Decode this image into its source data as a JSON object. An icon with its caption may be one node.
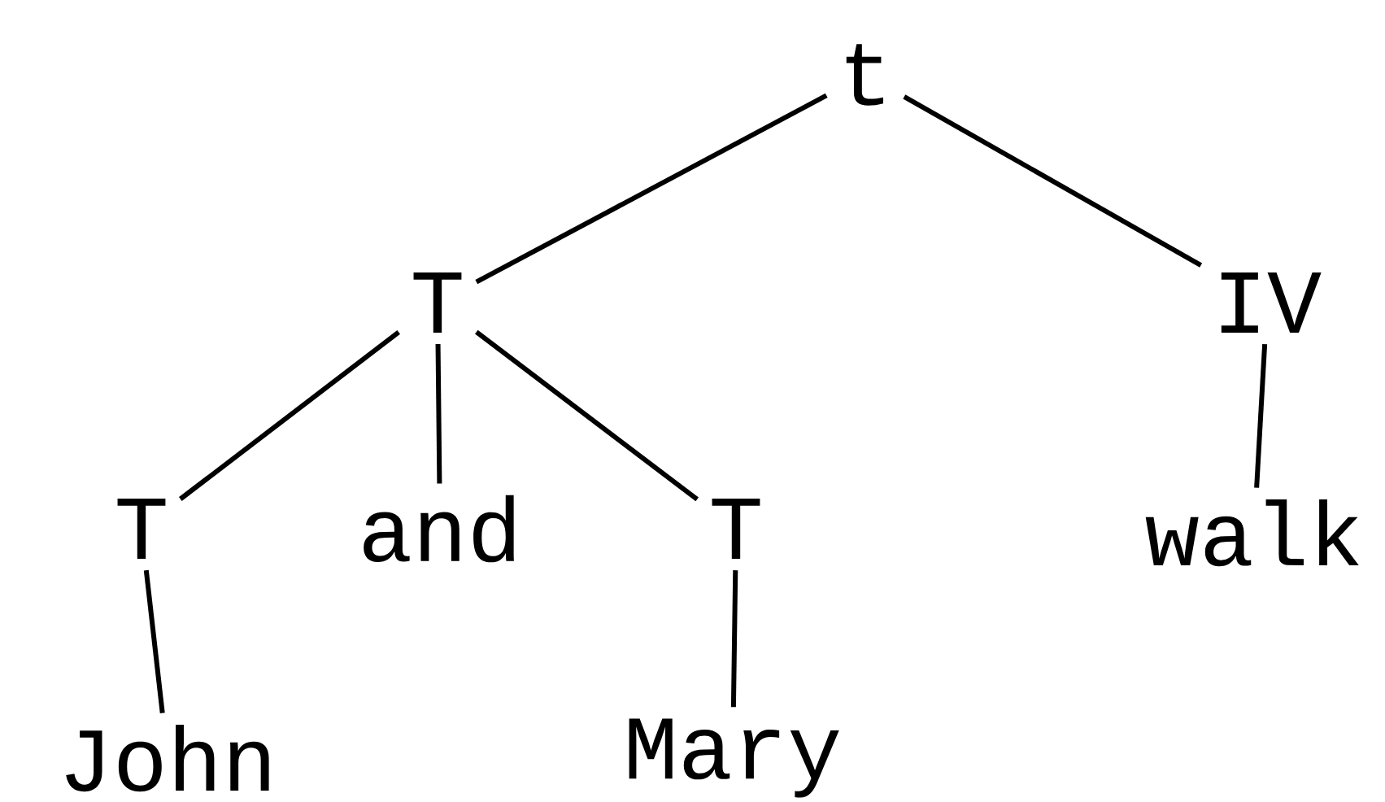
{
  "diagram": {
    "nodes": [
      {
        "text": [
          "t"
        ]
      },
      {
        "text": [
          "T"
        ]
      },
      {
        "text": [
          "IV"
        ]
      },
      {
        "text": [
          "T"
        ]
      },
      {
        "text": [
          "and"
        ]
      },
      {
        "text": [
          "T"
        ]
      },
      {
        "text": [
          "walk"
        ]
      },
      {
        "text": [
          "John"
        ]
      },
      {
        "text": [
          "Mary"
        ]
      }
    ],
    "edges": [
      {
        "from": 0,
        "to": 1,
        "arrow": "none"
      },
      {
        "from": 0,
        "to": 2,
        "arrow": "none"
      },
      {
        "from": 1,
        "to": 3,
        "arrow": "none"
      },
      {
        "from": 1,
        "to": 4,
        "arrow": "none"
      },
      {
        "from": 1,
        "to": 5,
        "arrow": "none"
      },
      {
        "from": 2,
        "to": 6,
        "arrow": "none"
      },
      {
        "from": 3,
        "to": 7,
        "arrow": "none"
      },
      {
        "from": 5,
        "to": 8,
        "arrow": "none"
      }
    ]
  }
}
